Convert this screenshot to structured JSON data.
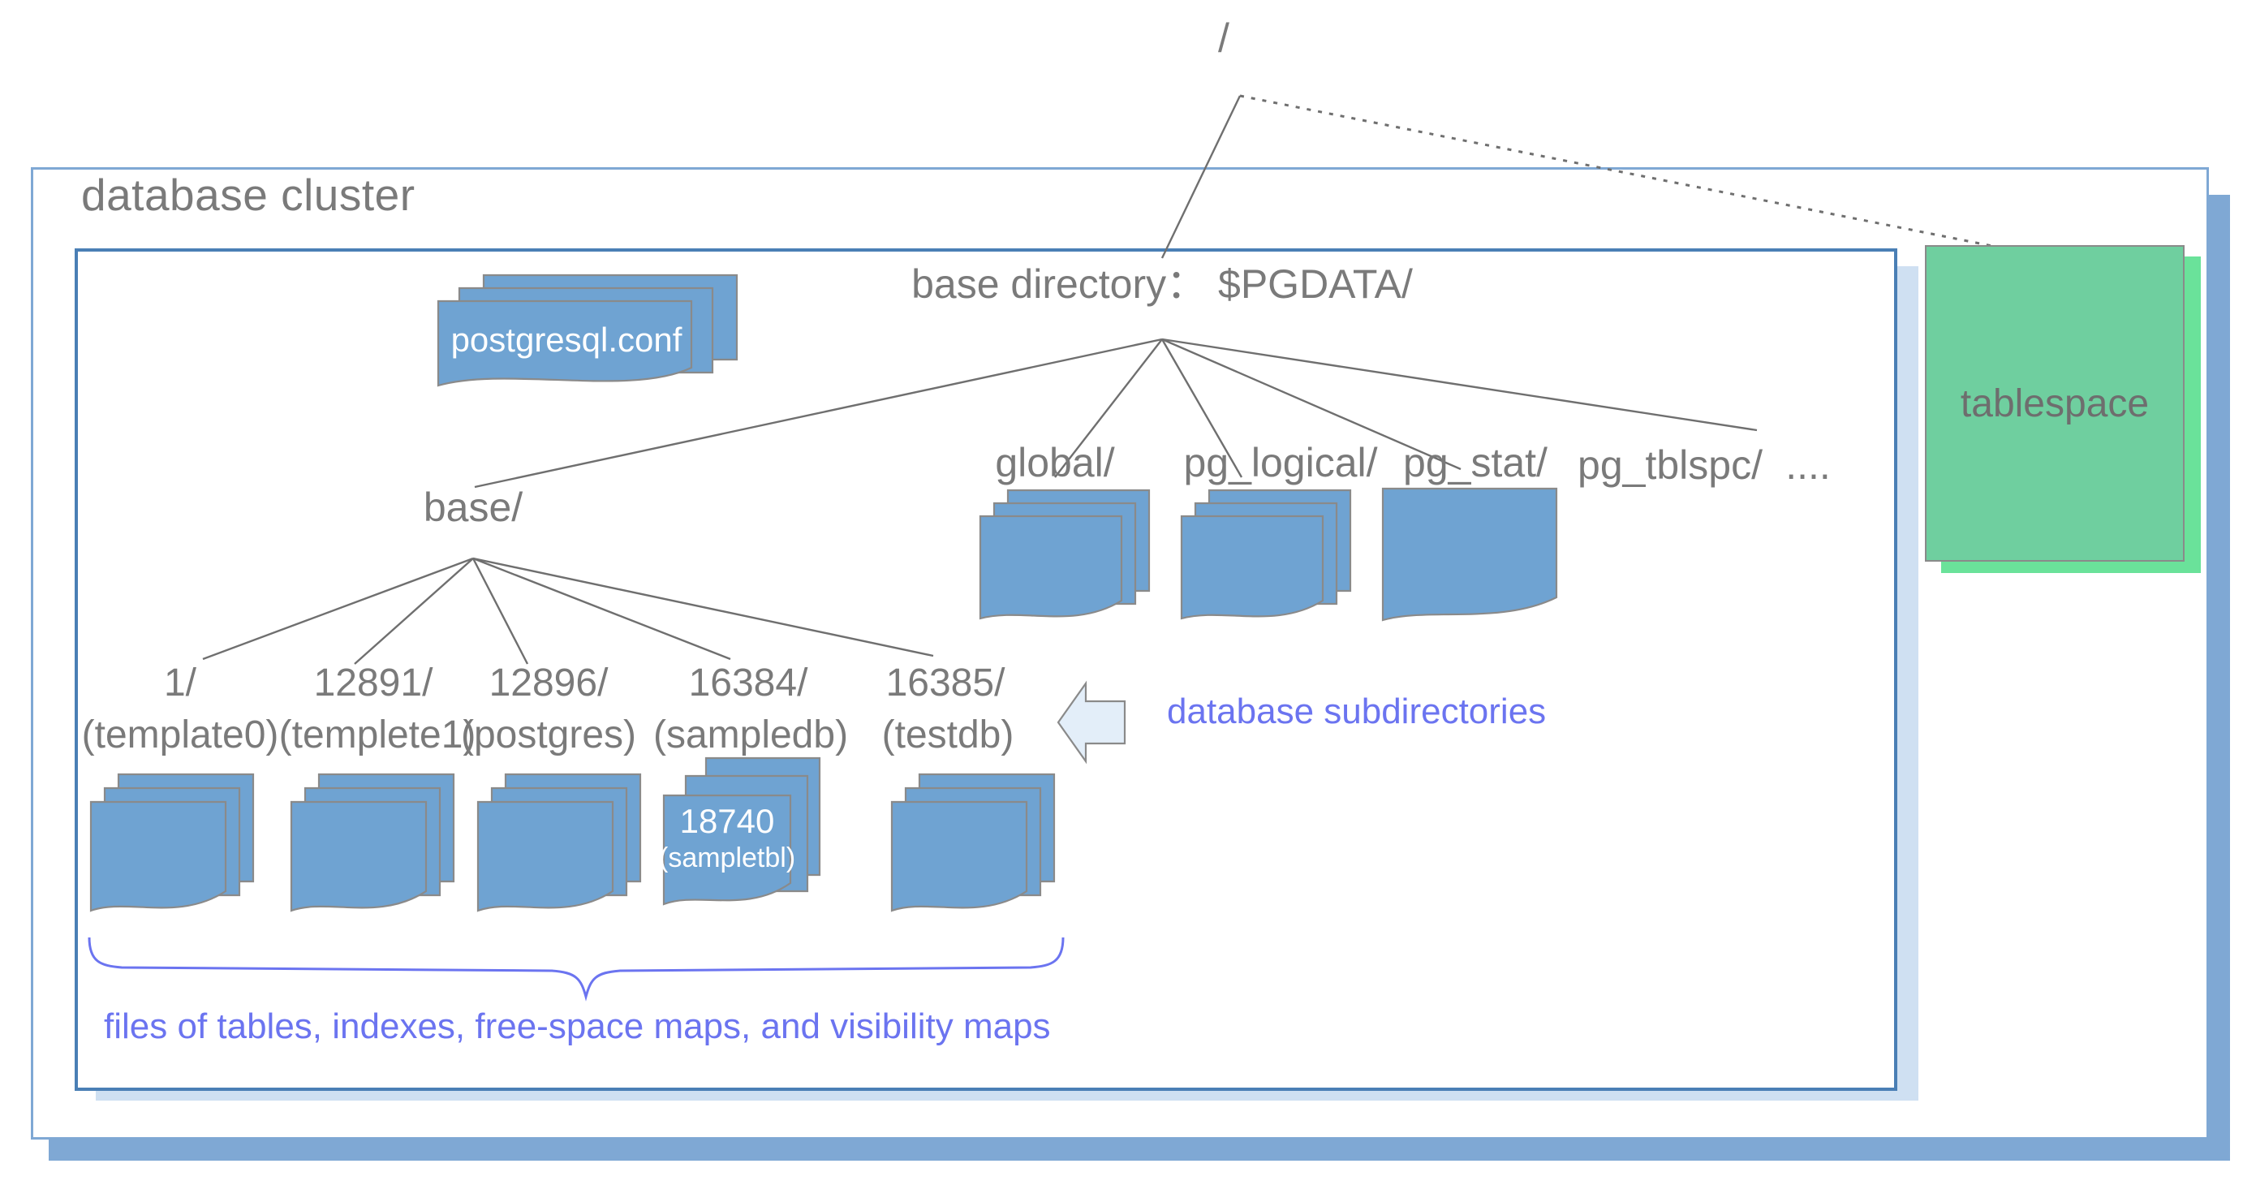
{
  "diagram": {
    "root_label": "/",
    "cluster_title": "database cluster",
    "base_directory_label": "base directory： $PGDATA/",
    "config_file_label": "postgresql.conf",
    "base_dir_label": "base/",
    "pgdata_children": [
      {
        "name": "global/"
      },
      {
        "name": "pg_logical/"
      },
      {
        "name": "pg_stat/"
      },
      {
        "name": "pg_tblspc/"
      },
      {
        "name": "...."
      }
    ],
    "database_subdirs": [
      {
        "oid": "1/",
        "dbname": "(template0)"
      },
      {
        "oid": "12891/",
        "dbname": "(templete1)"
      },
      {
        "oid": "12896/",
        "dbname": "(postgres)"
      },
      {
        "oid": "16384/",
        "dbname": "(sampledb)"
      },
      {
        "oid": "16385/",
        "dbname": "(testdb)"
      }
    ],
    "relation_file_label_oid": "18740",
    "relation_file_label_name": "(sampletbl)",
    "annotation_subdirs": "database subdirectories",
    "annotation_files": "files of tables, indexes, free-space maps, and visibility maps",
    "tablespace_label": "tablespace"
  },
  "colors": {
    "doc_fill": "#6fa3d2",
    "doc_stroke": "#8a8a8a",
    "frame_blue": "#7fa8d4",
    "inner_frame_blue": "#4a7fb5",
    "tablespace_green": "#6fcf9f",
    "annotation_blue": "#6b74f0",
    "text_gray": "#7a7a7a",
    "wire_gray": "#6f6f6f"
  }
}
